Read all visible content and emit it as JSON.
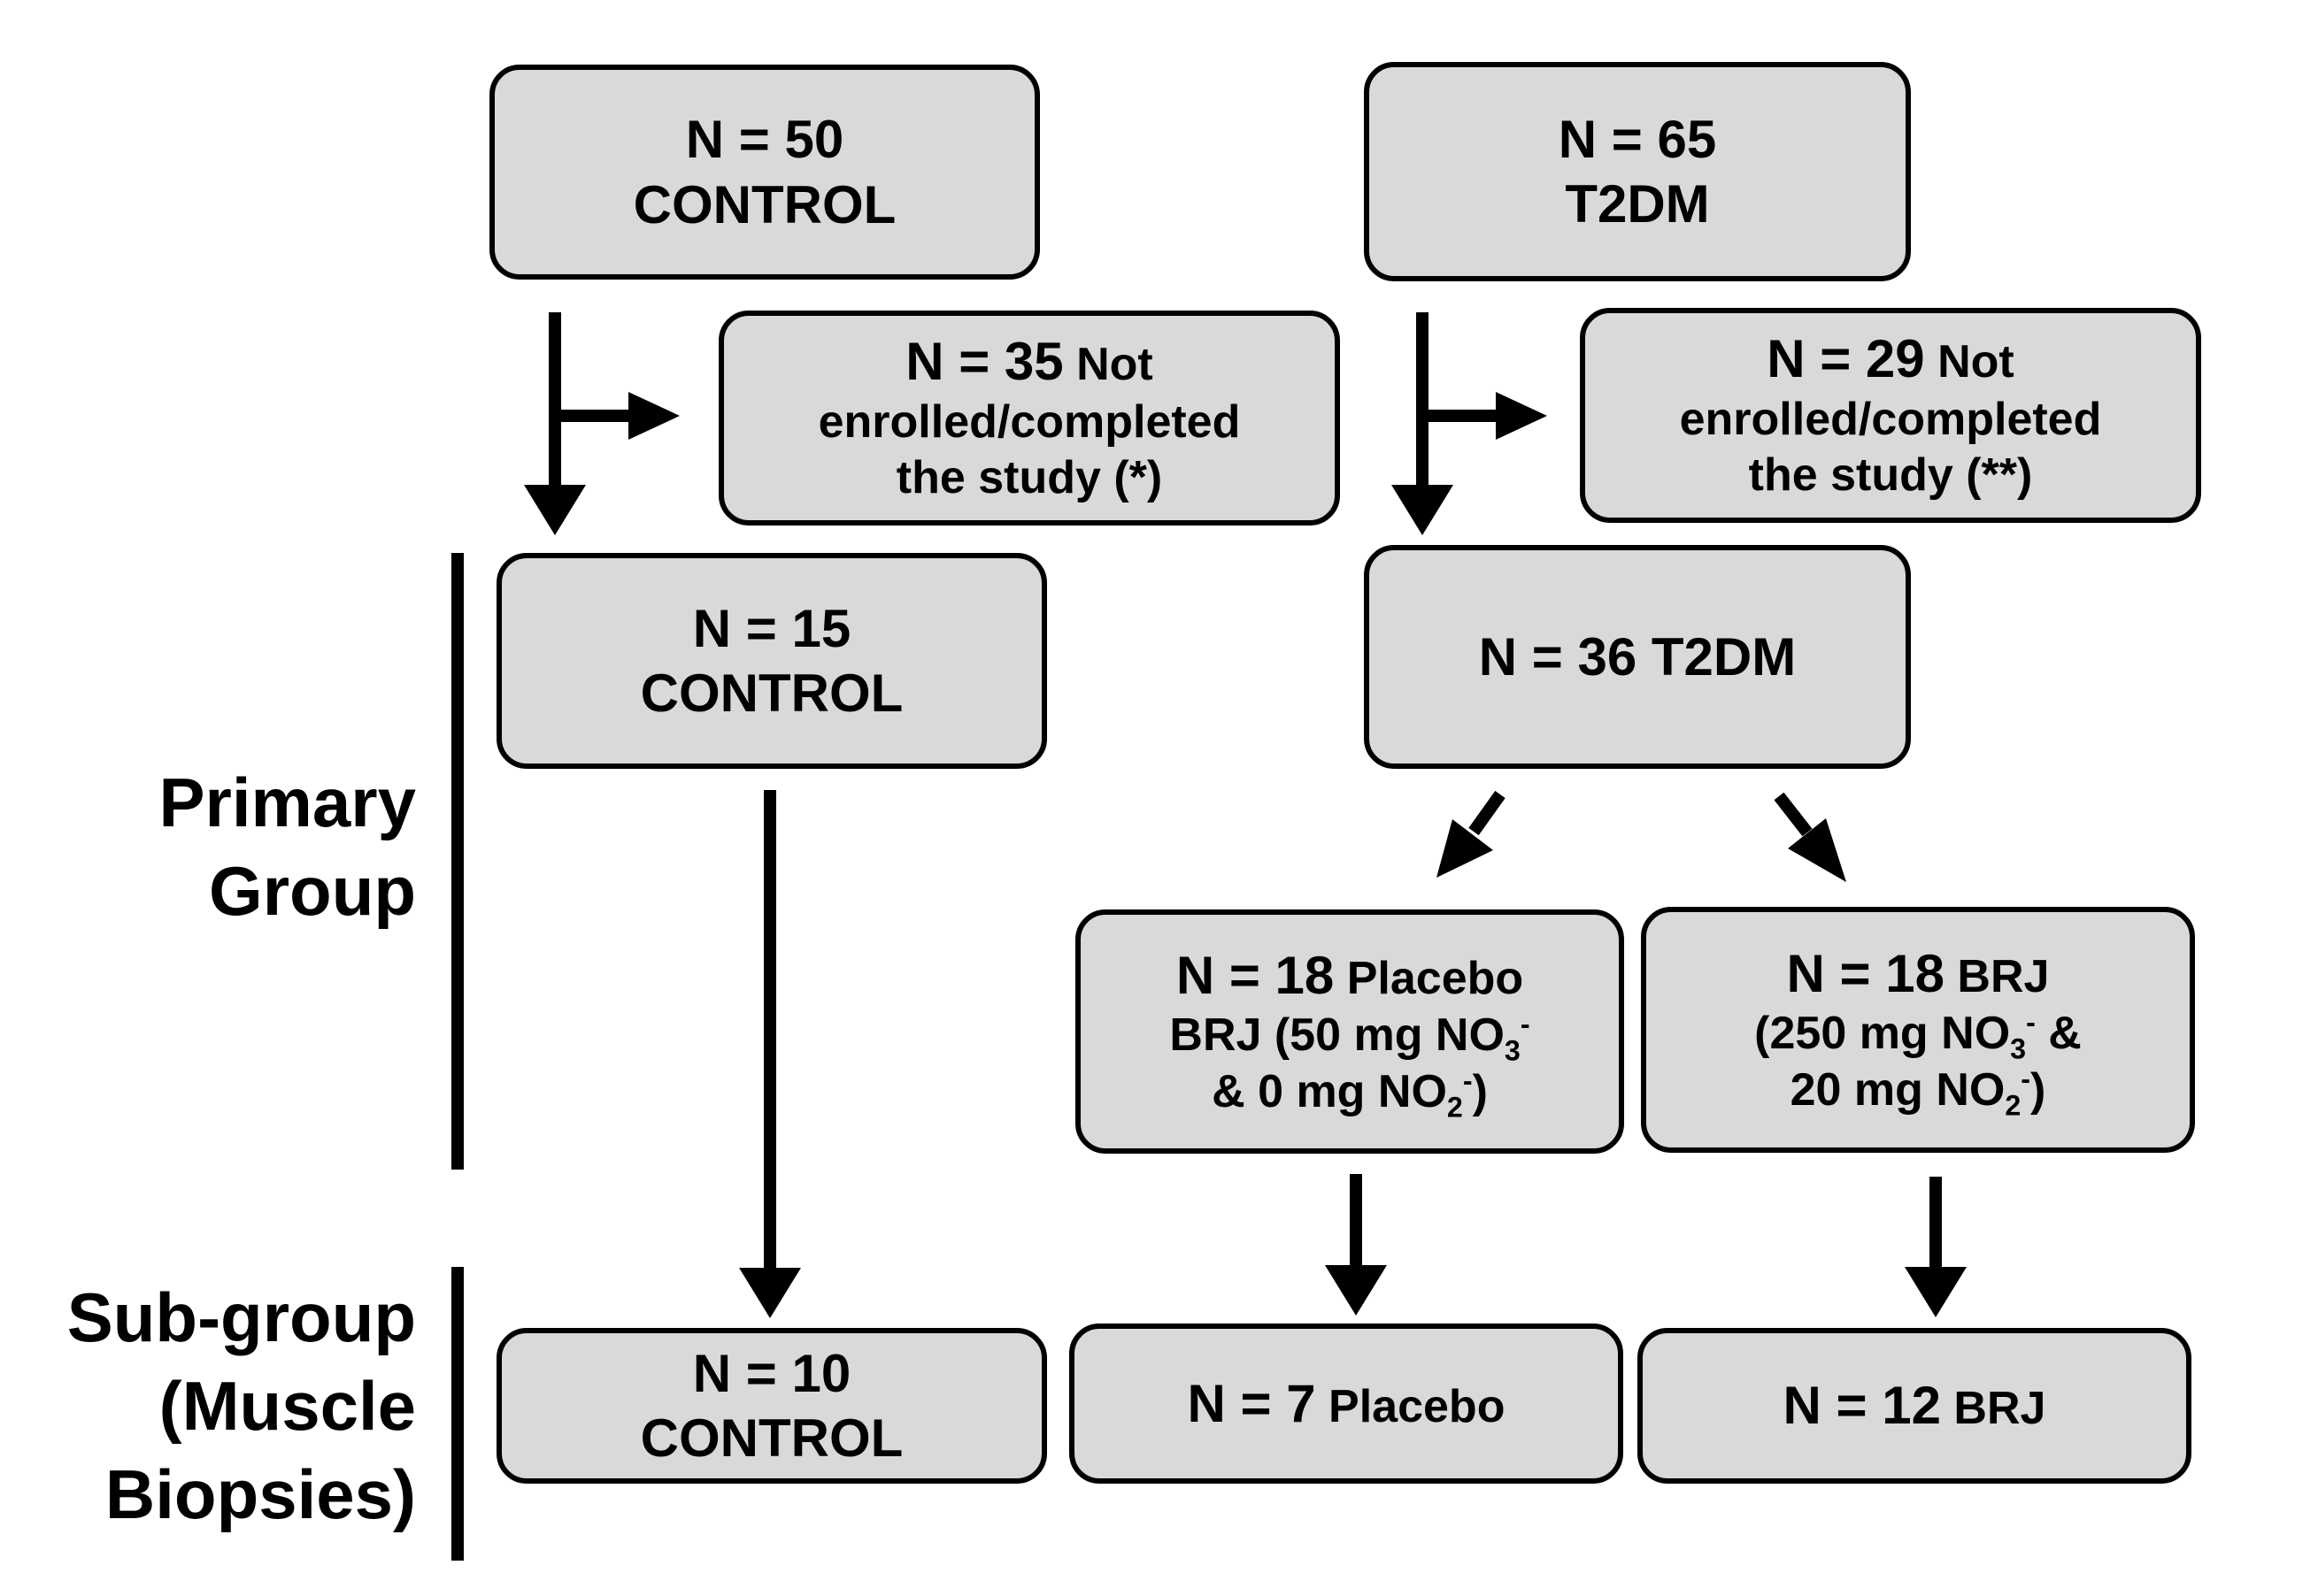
{
  "boxes": {
    "control_total": {
      "n": "N = 50",
      "label": "CONTROL"
    },
    "t2dm_total": {
      "n": "N = 65",
      "label": "T2DM"
    },
    "control_excluded": {
      "n": "N = 35",
      "rest": " Not",
      "line2": "enrolled/completed",
      "line3": "the study (*)"
    },
    "t2dm_excluded": {
      "n": "N = 29",
      "rest": " Not",
      "line2": "enrolled/completed",
      "line3": "the study (**)"
    },
    "control_primary": {
      "n": "N = 15",
      "label": "CONTROL"
    },
    "t2dm_primary": {
      "n": "N = 36 T2DM"
    },
    "placebo": {
      "n": "N = 18",
      "rest": " Placebo",
      "l2_pre": "BRJ (50 mg NO",
      "l2_sub": "3",
      "l2_sup": "-",
      "l3_pre": "& 0 mg NO",
      "l3_sub": "2",
      "l3_sup": "-",
      "l3_post": ")"
    },
    "brj": {
      "n": "N = 18",
      "rest": " BRJ",
      "l2_pre": "(250 mg NO",
      "l2_sub": "3",
      "l2_sup": "-",
      "l2_post": " &",
      "l3_pre": "20 mg NO",
      "l3_sub": "2",
      "l3_sup": "-",
      "l3_post": ")"
    },
    "control_sub": {
      "n": "N = 10",
      "label": "CONTROL"
    },
    "placebo_sub": {
      "n": "N = 7",
      "rest": " Placebo"
    },
    "brj_sub": {
      "n": "N = 12",
      "rest": " BRJ"
    }
  },
  "side_labels": {
    "primary": [
      "Primary",
      "Group"
    ],
    "subgroup": [
      "Sub-group",
      "(Muscle",
      "Biopsies)"
    ]
  }
}
